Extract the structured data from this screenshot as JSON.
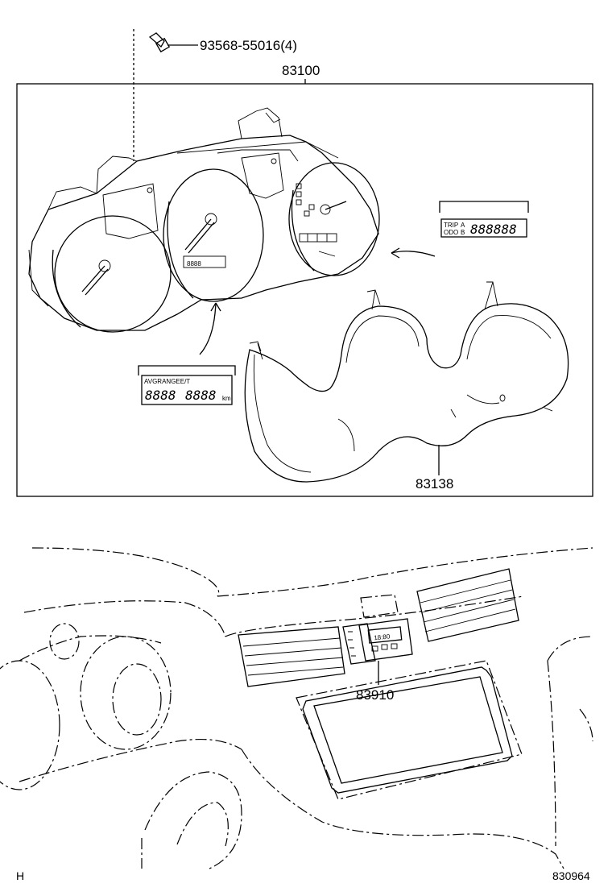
{
  "callouts": {
    "screw": "93568-55016(4)",
    "meter_assy": "83100",
    "glass": "83138",
    "clock": "83910"
  },
  "display_top": {
    "row1": "TRIP",
    "row2": "ODO",
    "mark": "A",
    "mark2": "B",
    "digits": "888888"
  },
  "display_left": {
    "header": "AVGRANGEE/T",
    "digits1": "8888",
    "digits2": "8888",
    "unit": "km"
  },
  "clock_display": "18:80",
  "gauge_lcd": "8888",
  "footer": {
    "left": "H",
    "right": "830964"
  }
}
